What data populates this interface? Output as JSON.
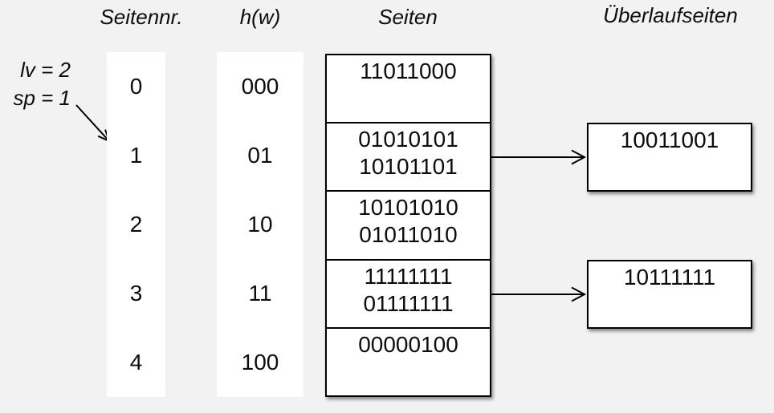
{
  "headers": {
    "seitennr": "Seitennr.",
    "hw": "h(w)",
    "seiten": "Seiten",
    "ueberlauf": "Überlaufseiten"
  },
  "annotation": {
    "line1": "lv = 2",
    "line2": "sp = 1"
  },
  "rows": [
    {
      "nr": "0",
      "hw": "000",
      "entries": [
        "11011000"
      ],
      "overflow": null
    },
    {
      "nr": "1",
      "hw": "01",
      "entries": [
        "01010101",
        "10101101"
      ],
      "overflow": "10011001"
    },
    {
      "nr": "2",
      "hw": "10",
      "entries": [
        "10101010",
        "01011010"
      ],
      "overflow": null
    },
    {
      "nr": "3",
      "hw": "11",
      "entries": [
        "11111111",
        "01111111"
      ],
      "overflow": "10111111"
    },
    {
      "nr": "4",
      "hw": "100",
      "entries": [
        "00000100"
      ],
      "overflow": null
    }
  ],
  "colors": {
    "background": "#f2f2f2",
    "box_fill": "#ffffff",
    "line": "#000000",
    "text": "#0d0d0d"
  }
}
